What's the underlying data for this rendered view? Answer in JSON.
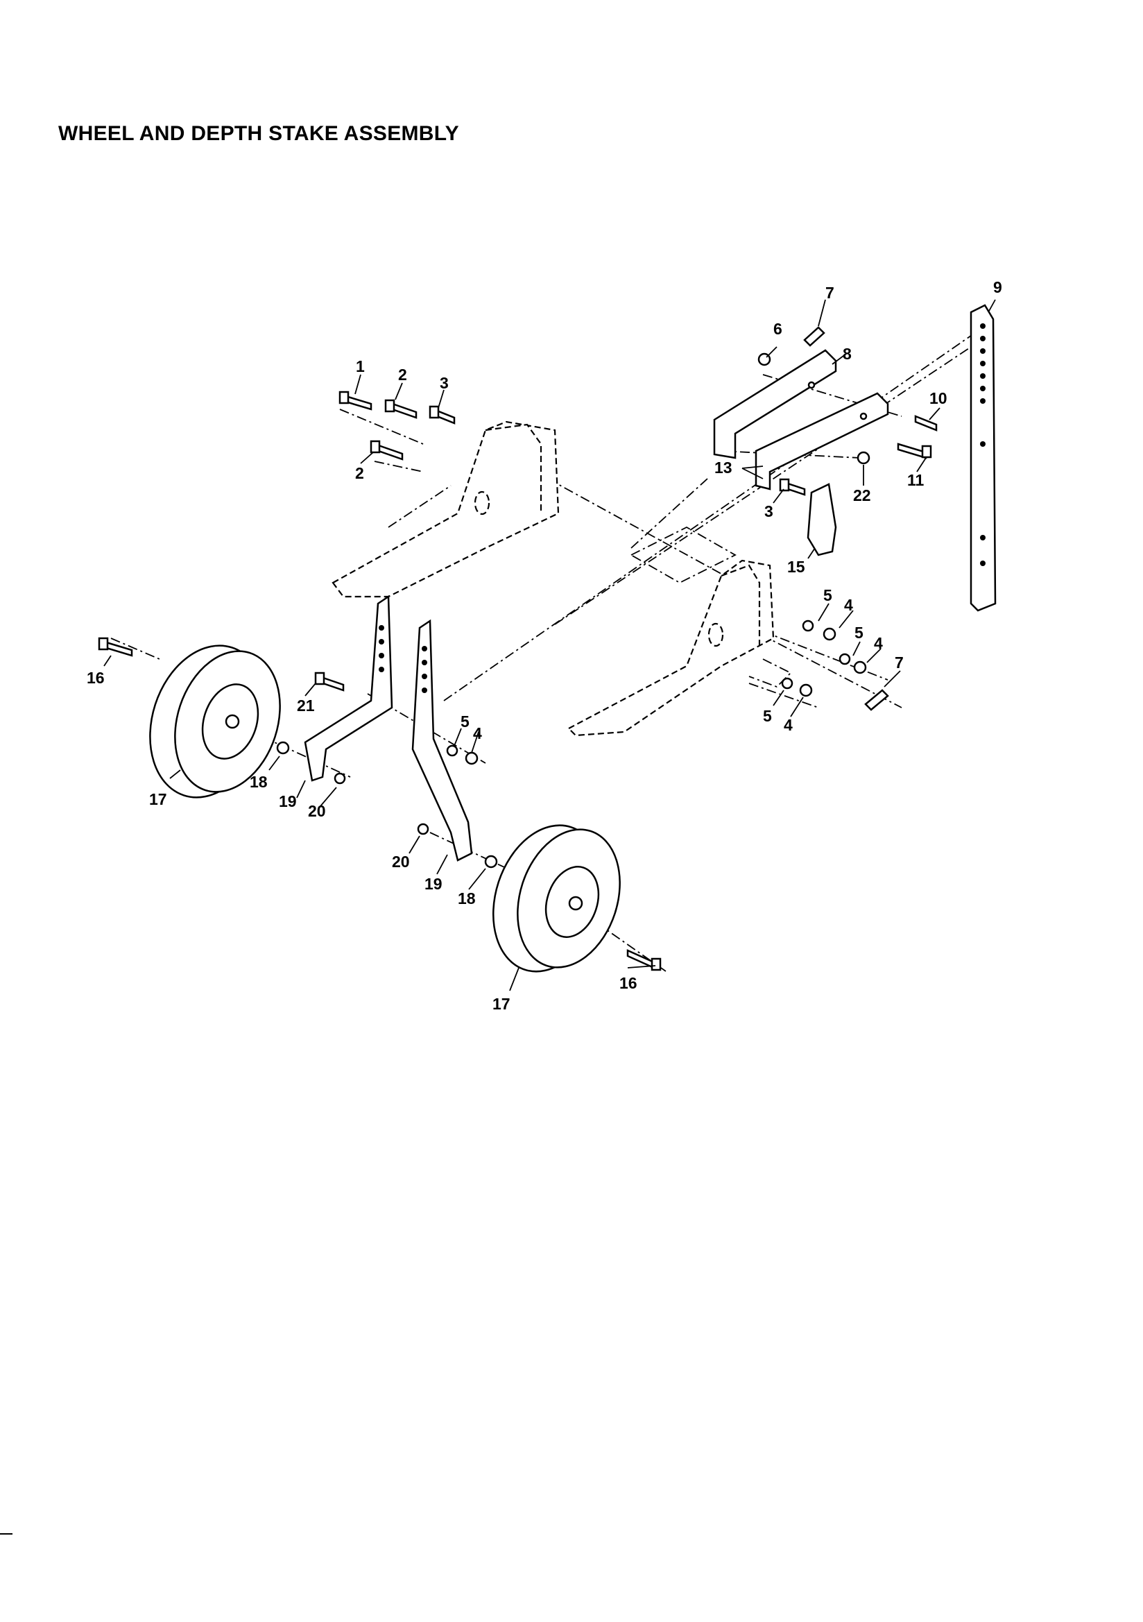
{
  "title": "WHEEL AND DEPTH STAKE ASSEMBLY",
  "diagram": {
    "type": "exploded parts diagram",
    "callouts": [
      "1",
      "2",
      "2",
      "3",
      "3",
      "4",
      "4",
      "4",
      "4",
      "5",
      "5",
      "5",
      "5",
      "6",
      "7",
      "7",
      "8",
      "9",
      "10",
      "11",
      "13",
      "15",
      "16",
      "16",
      "17",
      "17",
      "18",
      "18",
      "19",
      "19",
      "20",
      "20",
      "21",
      "22"
    ]
  }
}
